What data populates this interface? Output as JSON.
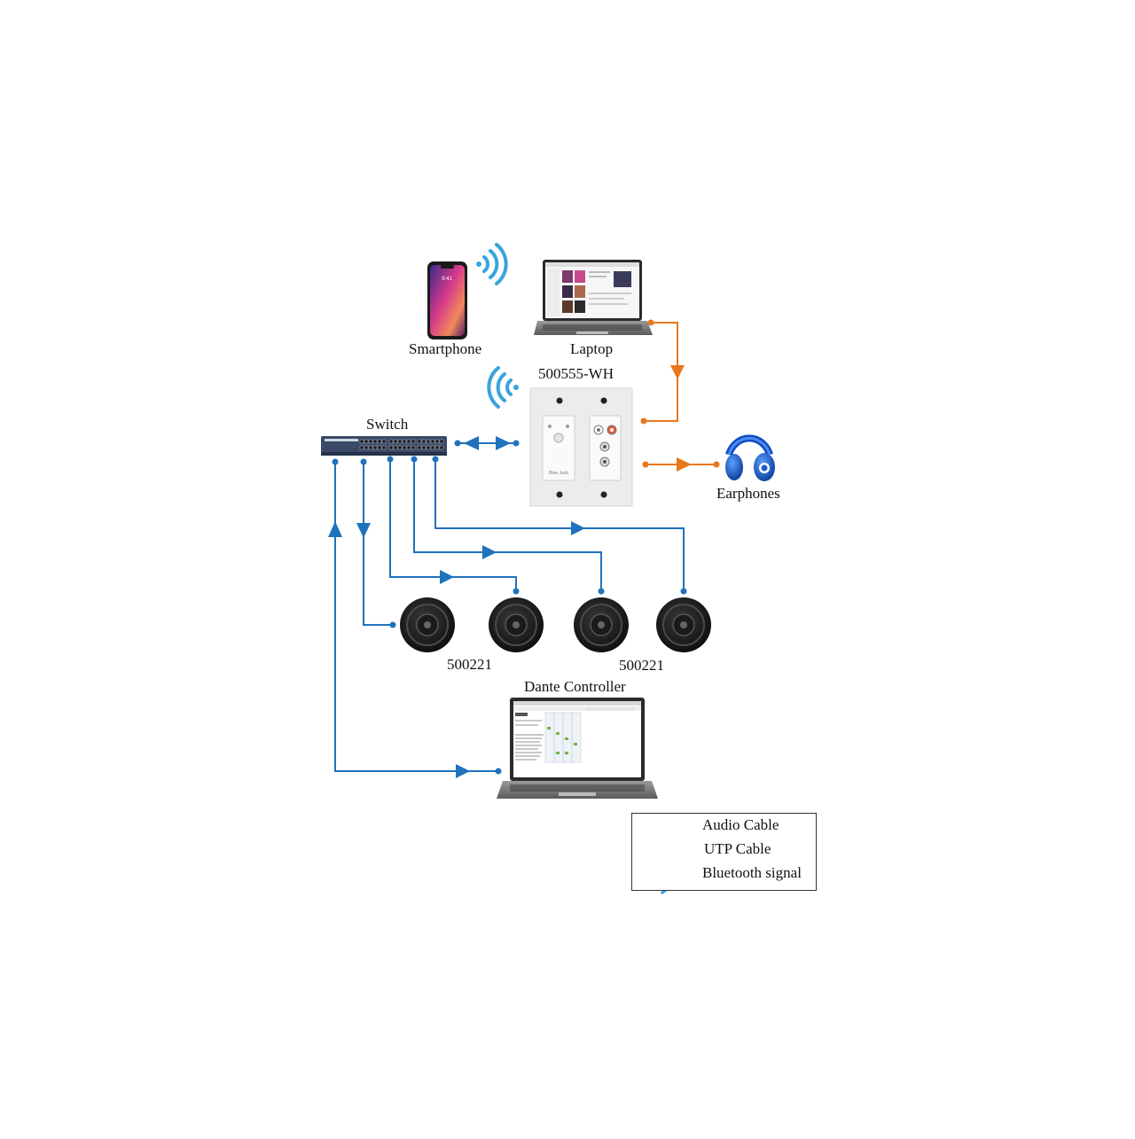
{
  "colors": {
    "audio": "#e8781e",
    "utp": "#1f72bd",
    "bluetooth": "#3aa3dd"
  },
  "labels": {
    "smartphone": "Smartphone",
    "laptop": "Laptop",
    "wallplate": "500555-WH",
    "switch": "Switch",
    "earphones": "Earphones",
    "speaker_group_left": "500221",
    "speaker_group_right": "500221",
    "dante_controller": "Dante Controller"
  },
  "legend": {
    "audio": "Audio Cable",
    "utp": "UTP Cable",
    "bluetooth": "Bluetooth signal"
  },
  "icons": {
    "bluetooth": "wifi-signal-icon",
    "speaker": "ceiling-speaker-icon",
    "headphones": "headphones-icon"
  }
}
